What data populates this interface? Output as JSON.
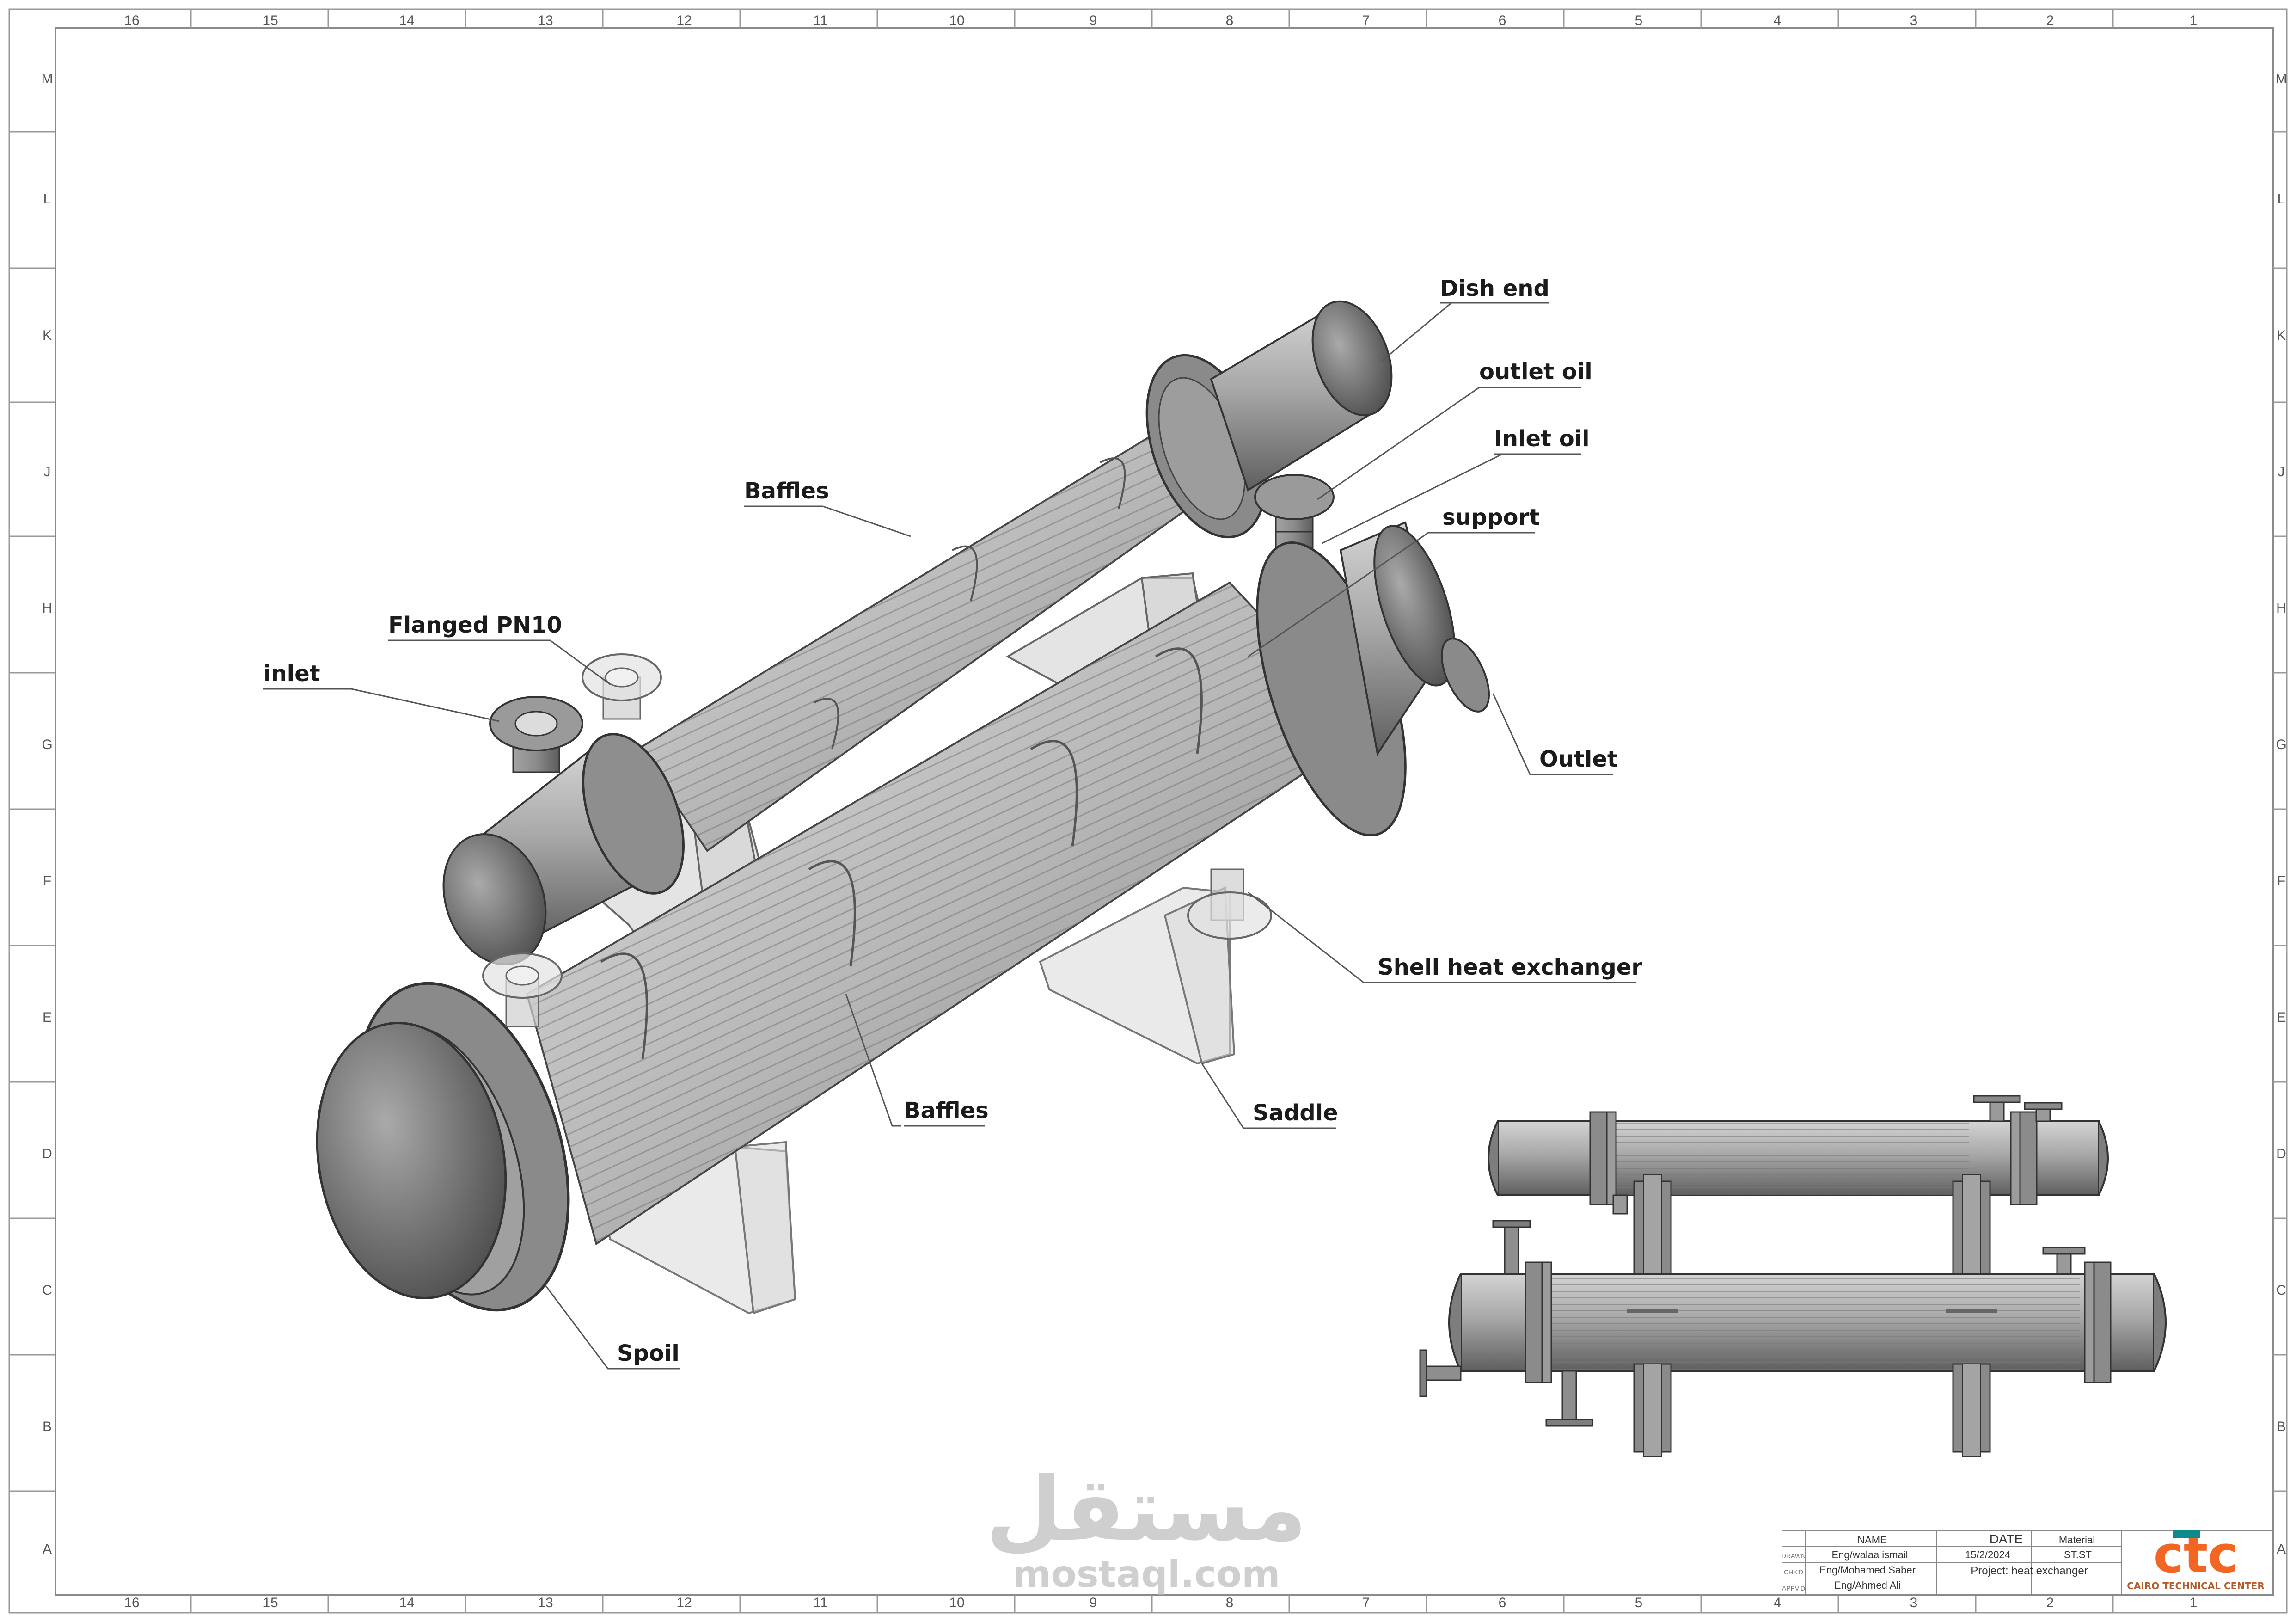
{
  "border": {
    "columns": [
      "16",
      "15",
      "14",
      "13",
      "12",
      "11",
      "10",
      "9",
      "8",
      "7",
      "6",
      "5",
      "4",
      "3",
      "2",
      "1"
    ],
    "rows": [
      "M",
      "L",
      "K",
      "J",
      "H",
      "G",
      "F",
      "E",
      "D",
      "C",
      "B",
      "A"
    ]
  },
  "callouts": {
    "dish_end": "Dish end",
    "outlet_oil": "outlet oil",
    "inlet_oil": "Inlet oil",
    "support": "support",
    "baffles_top": "Baffles",
    "flanged": "Flanged PN10",
    "inlet": "inlet",
    "outlet": "Outlet",
    "shell": "Shell heat exchanger",
    "baffles_bottom": "Baffles",
    "saddle": "Saddle",
    "spoil": "Spoil"
  },
  "title_block": {
    "name_header": "NAME",
    "date_header": "DATE",
    "material_header": "Material",
    "drawn_label": "DRAWN",
    "checked_label": "CHK'D",
    "approved_label": "APPV'D",
    "drawn_name": "Eng/walaa ismail",
    "checked_name": "Eng/Mohamed Saber",
    "approved_name": "Eng/Ahmed Ali",
    "date": "15/2/2024",
    "material": "ST.ST",
    "project": "Project: heat exchanger",
    "logo_text": "ctc",
    "company": "CAIRO TECHNICAL CENTER"
  },
  "watermark": {
    "arabic": "مستقل",
    "latin": "mostaql.com"
  },
  "colors": {
    "metal_light": "#b4b4b4",
    "metal_dark": "#6c6c6c",
    "line": "#3a3a3a",
    "logo_orange": "#f26522",
    "logo_teal": "#0f8a8a"
  }
}
